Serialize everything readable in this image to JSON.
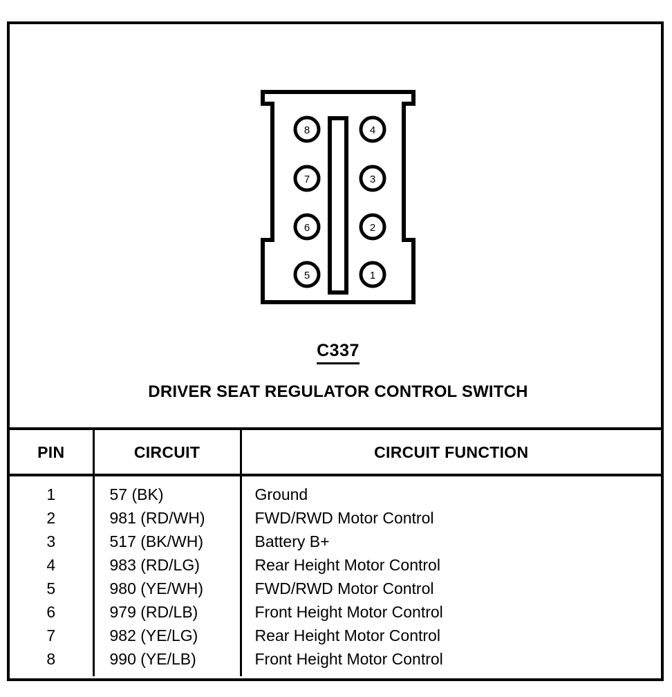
{
  "diagram": {
    "connector_id": "C337",
    "title": "DRIVER SEAT REGULATOR CONTROL SWITCH",
    "pin_labels": [
      "1",
      "2",
      "3",
      "4",
      "5",
      "6",
      "7",
      "8"
    ],
    "cavity_count": 8,
    "line_color": "#000000",
    "background_color": "#ffffff"
  },
  "table": {
    "headers": {
      "pin": "PIN",
      "circuit": "CIRCUIT",
      "function": "CIRCUIT FUNCTION"
    },
    "rows": [
      {
        "pin": "1",
        "circuit": "57 (BK)",
        "function": "Ground"
      },
      {
        "pin": "2",
        "circuit": "981 (RD/WH)",
        "function": "FWD/RWD Motor Control"
      },
      {
        "pin": "3",
        "circuit": "517 (BK/WH)",
        "function": "Battery B+"
      },
      {
        "pin": "4",
        "circuit": "983 (RD/LG)",
        "function": "Rear Height Motor Control"
      },
      {
        "pin": "5",
        "circuit": "980 (YE/WH)",
        "function": "FWD/RWD Motor Control"
      },
      {
        "pin": "6",
        "circuit": "979 (RD/LB)",
        "function": "Front Height Motor Control"
      },
      {
        "pin": "7",
        "circuit": "982 (YE/LG)",
        "function": "Rear Height Motor Control"
      },
      {
        "pin": "8",
        "circuit": "990 (YE/LB)",
        "function": "Front Height Motor Control"
      }
    ]
  }
}
